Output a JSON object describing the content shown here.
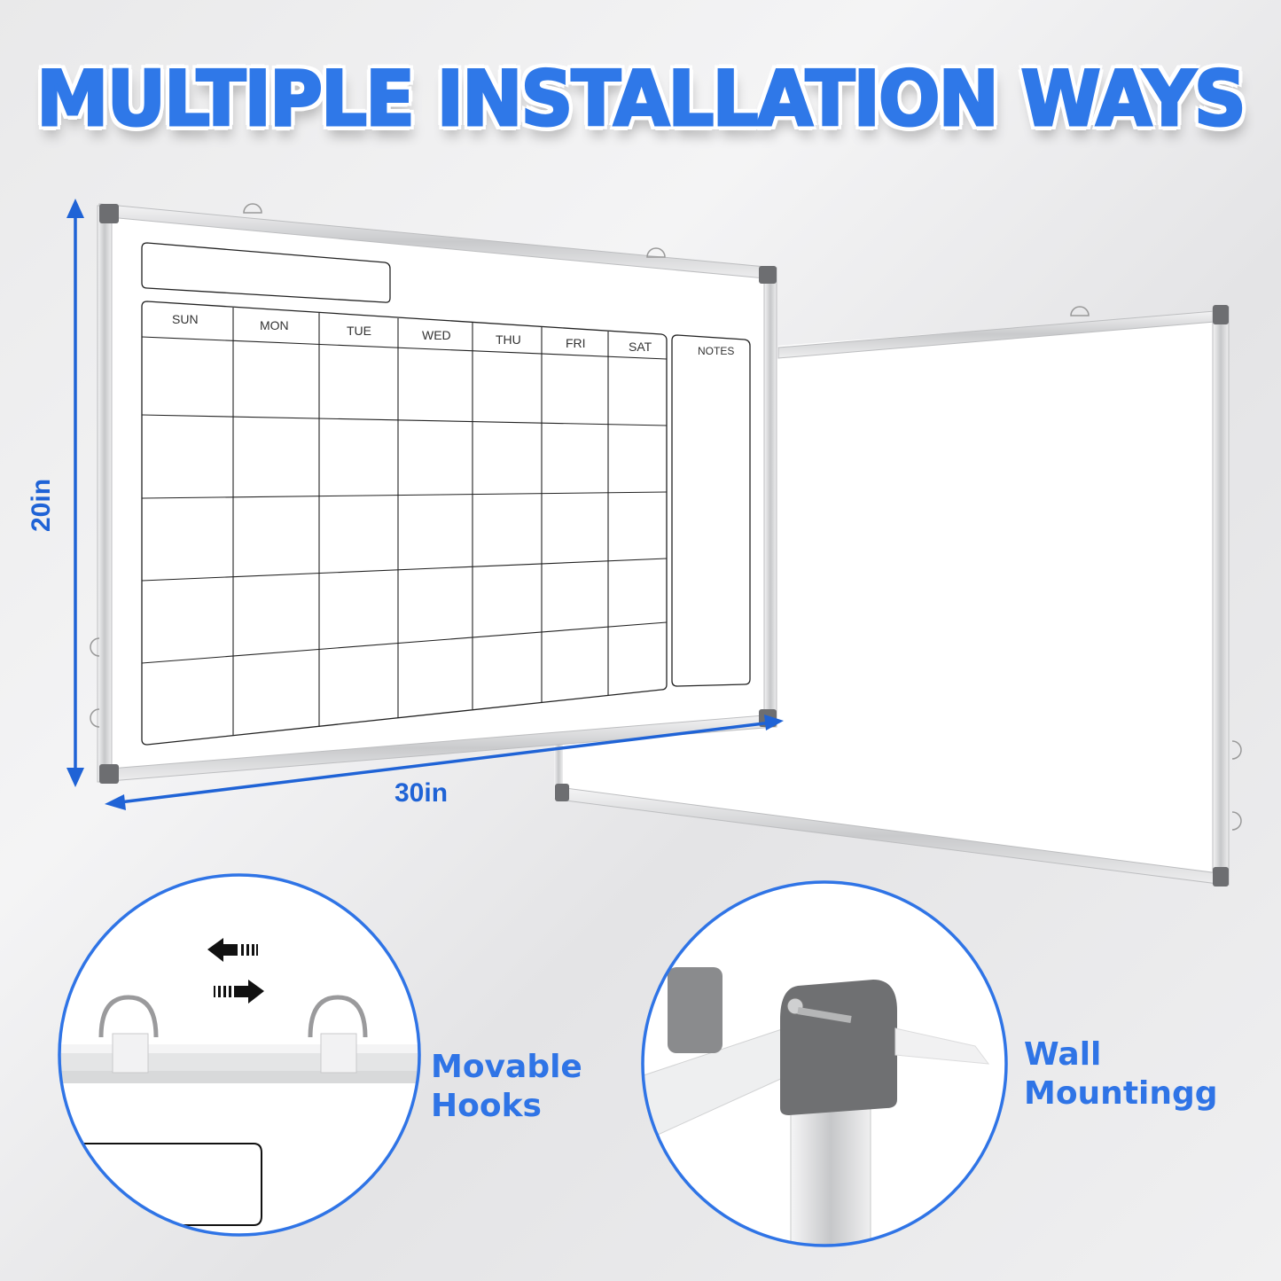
{
  "headline": "MULTIPLE INSTALLATION WAYS",
  "dimensions": {
    "width_label": "30in",
    "height_label": "20in"
  },
  "calendar_board": {
    "days": [
      "SUN",
      "MON",
      "TUE",
      "WED",
      "THU",
      "FRI",
      "SAT"
    ],
    "notes_label": "NOTES",
    "rows": 5
  },
  "features": [
    {
      "label_line1": "Movable",
      "label_line2": "Hooks"
    },
    {
      "label_line1": "Wall",
      "label_line2": "Mountingg"
    }
  ],
  "colors": {
    "accent": "#2f78e8",
    "dimension_arrow": "#1f63d6",
    "frame_corner": "#6d6e71"
  }
}
